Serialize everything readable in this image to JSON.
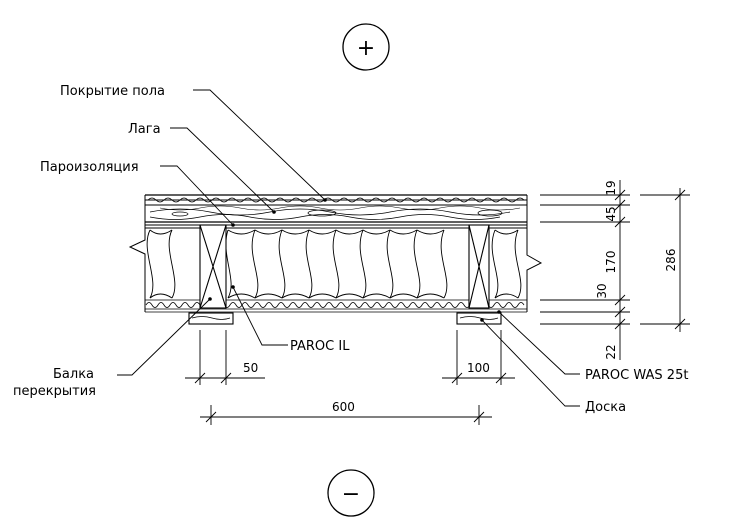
{
  "symbols": {
    "top": "+",
    "bottom": "−"
  },
  "labels": {
    "floor_covering": "Покрытие пола",
    "lag": "Лага",
    "vapor_barrier": "Пароизоляция",
    "beam_line1": "Балка",
    "beam_line2": "перекрытия",
    "paroc_il": "PAROC IL",
    "paroc_was": "PAROC WAS 25t",
    "board": "Доска"
  },
  "dimensions": {
    "d19": "19",
    "d45": "45",
    "d170": "170",
    "d30": "30",
    "d22": "22",
    "d286": "286",
    "d50": "50",
    "d100": "100",
    "d600": "600"
  }
}
